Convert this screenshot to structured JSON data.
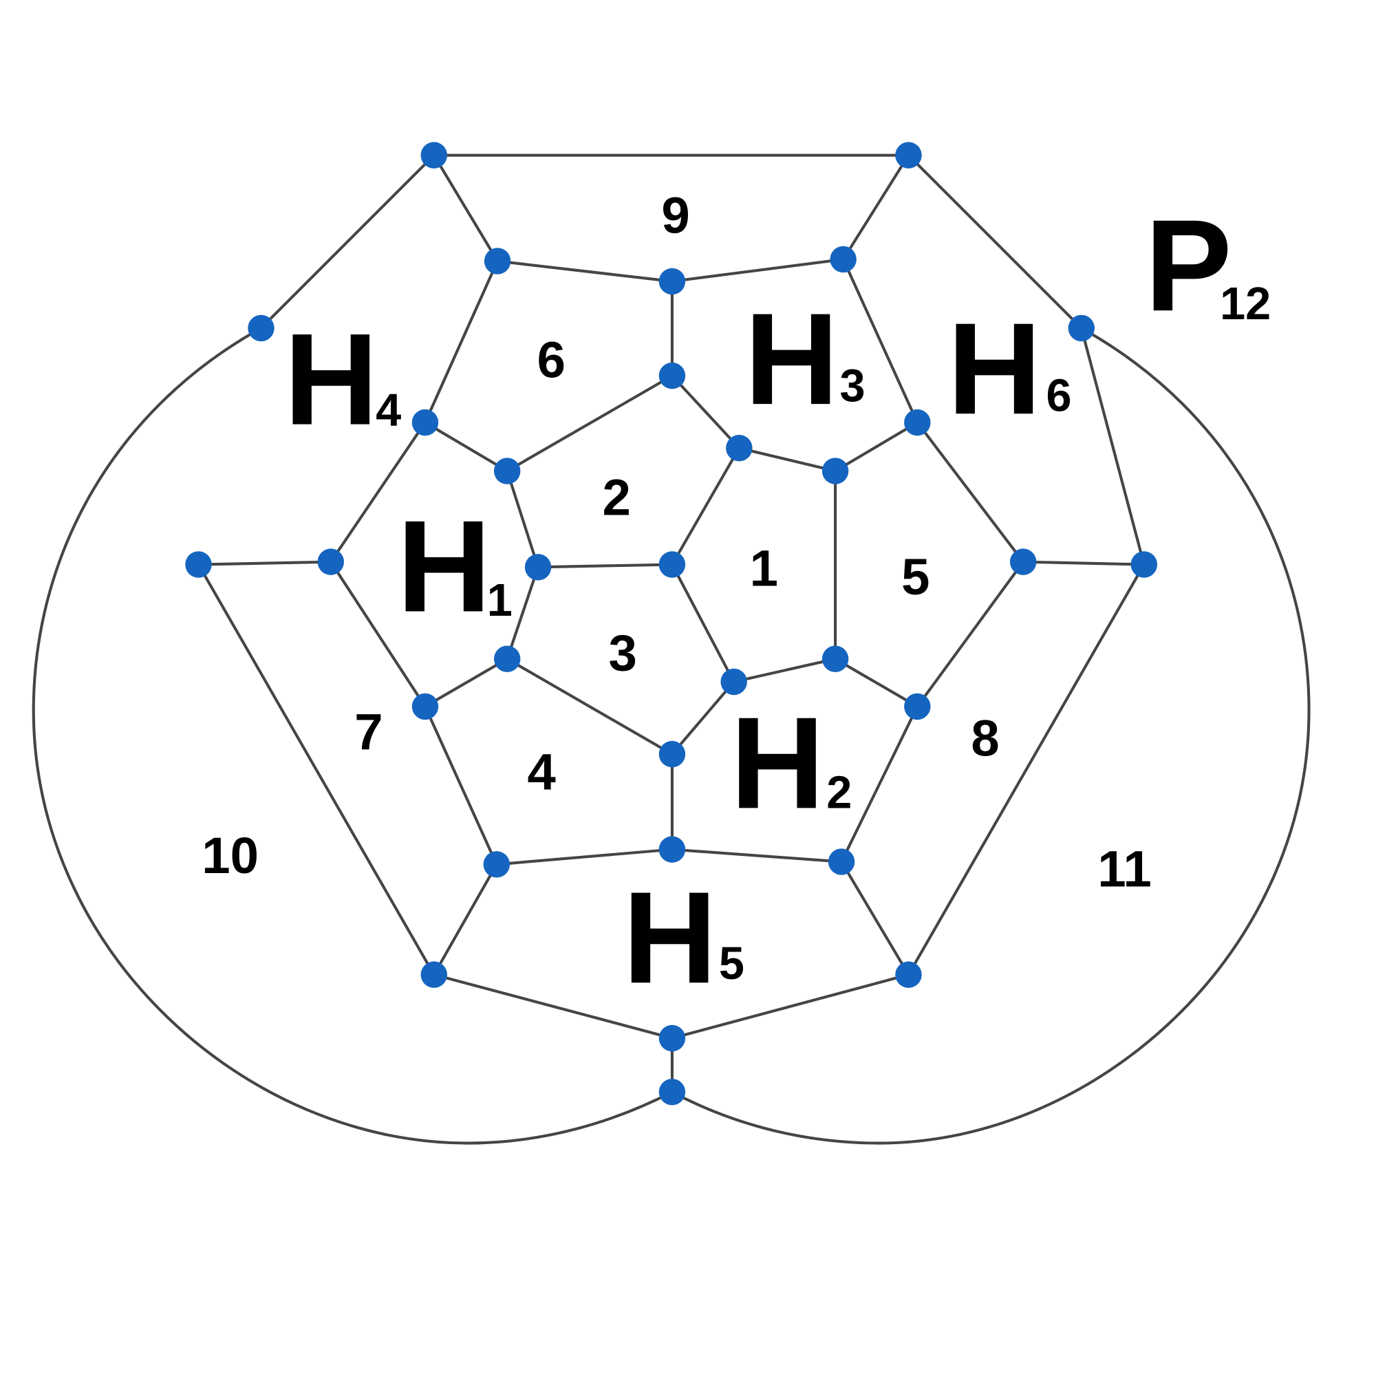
{
  "faces": [
    "1",
    "2",
    "3",
    "4",
    "5",
    "6",
    "7",
    "8",
    "9",
    "10",
    "11"
  ],
  "hexagons": [
    {
      "main": "H",
      "sub": "1"
    },
    {
      "main": "H",
      "sub": "2"
    },
    {
      "main": "H",
      "sub": "3"
    },
    {
      "main": "H",
      "sub": "4"
    },
    {
      "main": "H",
      "sub": "5"
    },
    {
      "main": "H",
      "sub": "6"
    }
  ],
  "pentagon": {
    "main": "P",
    "sub": "12"
  },
  "colors": {
    "node": "#1565C0",
    "edge": "#454545"
  }
}
